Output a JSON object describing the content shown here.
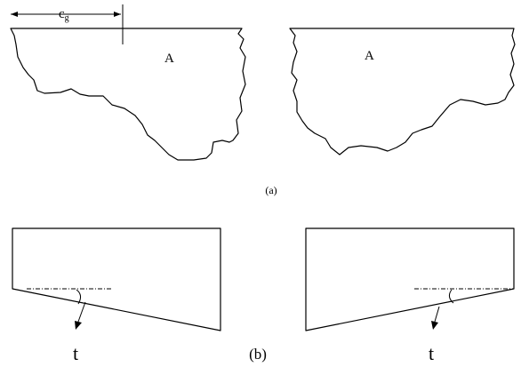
{
  "labels": {
    "cg_main": "c",
    "cg_sub": "g",
    "area_left": "A",
    "area_right": "A",
    "panel_a": "(a)",
    "panel_b": "(b)",
    "t_left": "t",
    "t_right": "t"
  }
}
